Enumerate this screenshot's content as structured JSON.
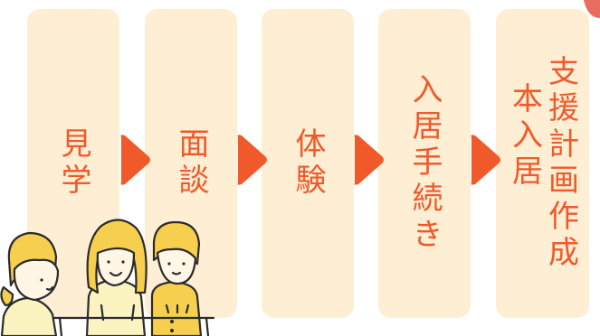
{
  "steps": [
    {
      "lines": [
        "見学"
      ]
    },
    {
      "lines": [
        "面談"
      ]
    },
    {
      "lines": [
        "体験"
      ]
    },
    {
      "lines": [
        "入居手続き"
      ]
    },
    {
      "lines": [
        "支援計画作成",
        "本入居"
      ]
    }
  ],
  "colors": {
    "card": "#fdeed4",
    "text": "#f05a2a",
    "arrow": "#f05a2a",
    "hair": "#f6cf4e",
    "skin": "#fff6e6",
    "outline": "#2b2b2b",
    "deco": "#e96d5e"
  },
  "icons": [
    "arrow-right-icon",
    "people-illustration"
  ]
}
